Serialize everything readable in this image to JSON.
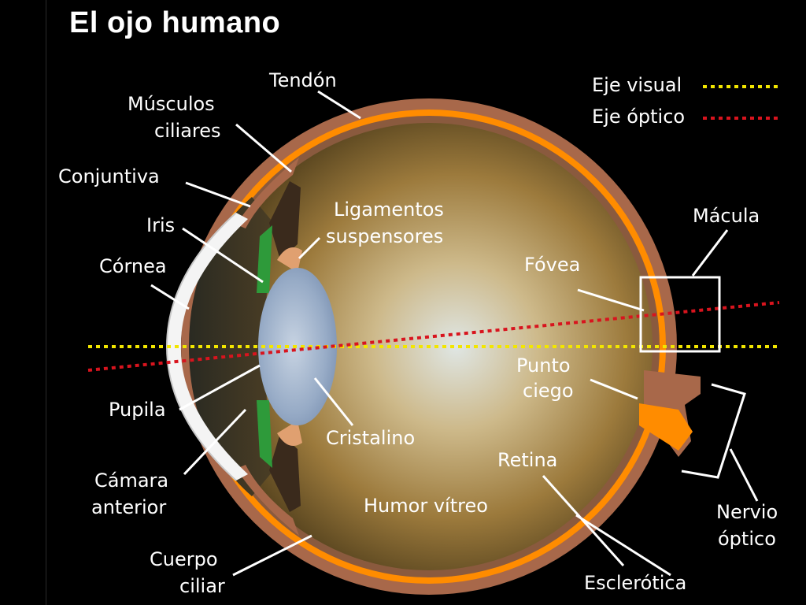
{
  "title": "El ojo humano",
  "labels": {
    "tendon": "Tendón",
    "musculos": [
      "Músculos",
      "ciliares"
    ],
    "conjuntiva": "Conjuntiva",
    "iris": "Iris",
    "cornea": "Córnea",
    "pupila": "Pupila",
    "camara": [
      "Cámara",
      "anterior"
    ],
    "cuerpo": [
      "Cuerpo",
      "ciliar"
    ],
    "ligamentos": [
      "Ligamentos",
      "suspensores"
    ],
    "fovea": "Fóvea",
    "cristalino": "Cristalino",
    "humor": "Humor vítreo",
    "retina": "Retina",
    "esclerotica": "Esclerótica",
    "punto": [
      "Punto",
      "ciego"
    ],
    "macula": "Mácula",
    "nervio": [
      "Nervio",
      "óptico"
    ]
  },
  "legend": {
    "visual": "Eje visual",
    "optico": "Eje óptico"
  },
  "colors": {
    "visual_axis": "#f2e600",
    "optical_axis": "#d8141e",
    "retina": "#ff8c00",
    "sclera": "#a8684a",
    "iris": "#2e9a3a",
    "lens": "#9fb2cc",
    "vitreous_center": "#d8e0df",
    "vitreous_edge": "#3a2d12"
  }
}
